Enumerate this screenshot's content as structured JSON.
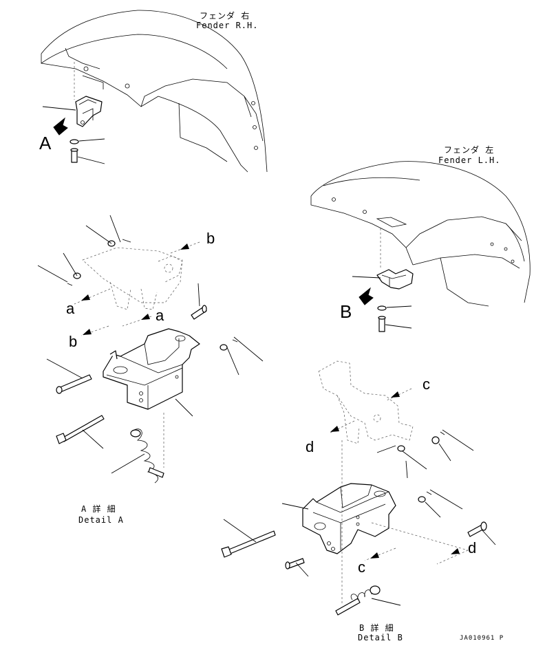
{
  "labels": {
    "fender_rh_jp": "フェンダ 右",
    "fender_rh_en": "Fender R.H.",
    "fender_lh_jp": "フェンダ 左",
    "fender_lh_en": "Fender L.H.",
    "view_a": "A",
    "view_b": "B",
    "detail_a_jp": "A 詳 細",
    "detail_a_en": "Detail A",
    "detail_b_jp": "B 詳 細",
    "detail_b_en": "Detail B",
    "a": "a",
    "b": "b",
    "c": "c",
    "d": "d",
    "drawing_code": "JA010961 P"
  }
}
